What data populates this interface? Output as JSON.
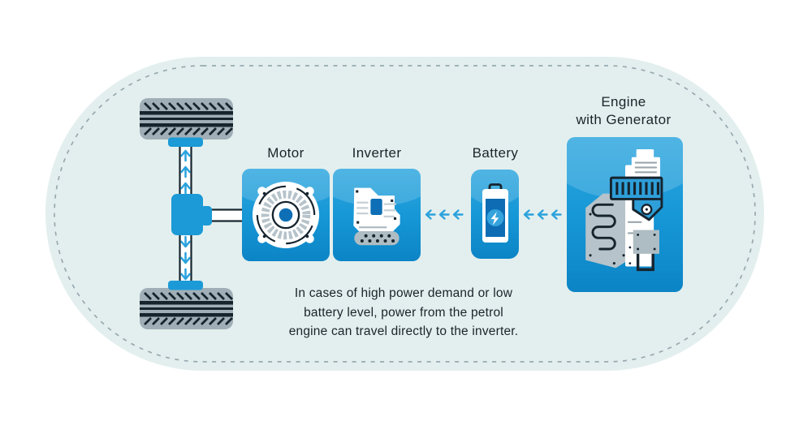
{
  "diagram_title": "",
  "labels": {
    "motor": "Motor",
    "inverter": "Inverter",
    "battery": "Battery",
    "engine_line1": "Engine",
    "engine_line2": "with Generator"
  },
  "caption": {
    "line1": "In cases of high power demand or low",
    "line2": "battery level, power from the petrol",
    "line3": "engine can travel directly to the inverter."
  },
  "flow": {
    "arrow_direction": "left",
    "arrows_between_inverter_and_battery": 3,
    "arrows_between_battery_and_engine": 3,
    "axle_up_arrows": 3,
    "axle_down_arrows": 3
  },
  "colors": {
    "page_background": "#FFFFFF",
    "pill_fill": "#E3EFEE",
    "dashed_border": "#97A9B0",
    "box_gradient_top": "#2FA7DF",
    "box_gradient_bottom": "#0C84C6",
    "accent_blue": "#1B9AD7",
    "arrow_blue": "#2BA2DC",
    "deep_blue": "#0E6FB6",
    "bolt_circle_blue": "#35A3DC",
    "navy_outline": "#16242E",
    "tire_gray": "#A0AFB7",
    "metal_gray": "#AEBCC3",
    "text_dark": "#1A242B"
  },
  "icons": {
    "motor": "motor-stator-icon",
    "inverter": "inverter-module-icon",
    "battery": "battery-cell-lightning-icon",
    "engine": "engine-generator-icon",
    "wheels": "tire-icon",
    "flow": "dashed-left-arrow-icon",
    "bolt": "lightning-bolt-icon"
  }
}
